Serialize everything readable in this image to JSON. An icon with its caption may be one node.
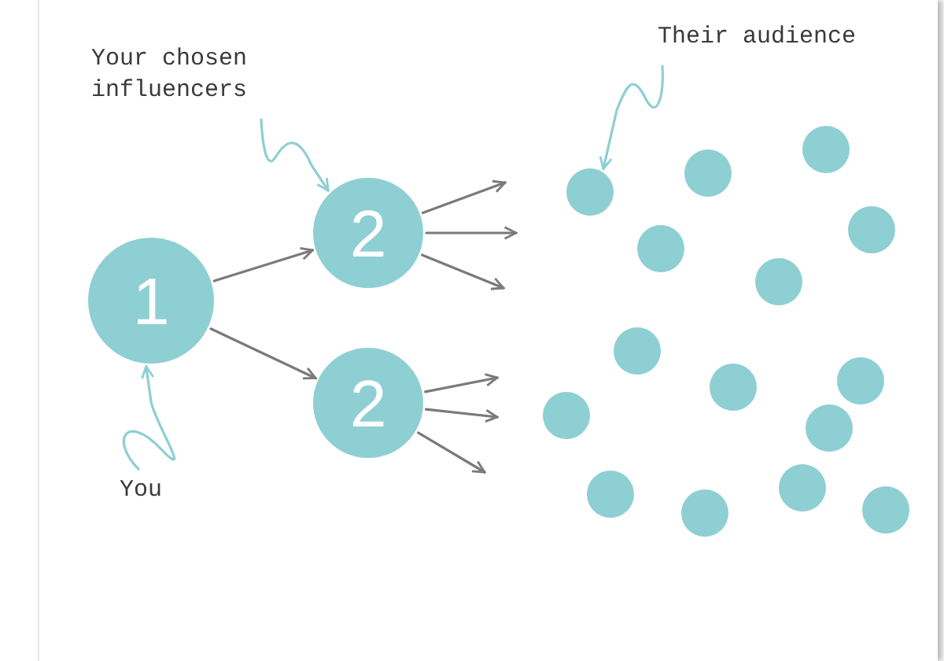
{
  "diagram": {
    "nodes": [
      {
        "text": [
          "1"
        ]
      },
      {
        "text": [
          "2"
        ]
      },
      {
        "text": [
          "2"
        ]
      },
      {
        "text": [
          "Your chosen influencers"
        ]
      },
      {
        "text": [
          "You"
        ]
      },
      {
        "text": [
          "Their audience"
        ]
      },
      {
        "text": [],
        "shape": "circle"
      },
      {
        "text": [],
        "shape": "circle"
      },
      {
        "text": [],
        "shape": "circle"
      },
      {
        "text": [],
        "shape": "circle"
      },
      {
        "text": [],
        "shape": "circle"
      },
      {
        "text": [],
        "shape": "circle"
      },
      {
        "text": [],
        "shape": "circle"
      },
      {
        "text": [],
        "shape": "circle"
      },
      {
        "text": [],
        "shape": "circle"
      },
      {
        "text": [],
        "shape": "circle"
      },
      {
        "text": [],
        "shape": "circle"
      },
      {
        "text": [],
        "shape": "circle"
      },
      {
        "text": [],
        "shape": "circle"
      },
      {
        "text": [],
        "shape": "circle"
      },
      {
        "text": [],
        "shape": "circle"
      }
    ],
    "edges": [
      {
        "from": 0,
        "to": 1,
        "arrow": "to"
      },
      {
        "from": 0,
        "to": 2,
        "arrow": "to"
      },
      {
        "from": 1,
        "to": null,
        "arrow": "to"
      },
      {
        "from": 1,
        "to": null,
        "arrow": "to"
      },
      {
        "from": 1,
        "to": null,
        "arrow": "to"
      },
      {
        "from": 2,
        "to": null,
        "arrow": "to"
      },
      {
        "from": 2,
        "to": null,
        "arrow": "to"
      },
      {
        "from": 2,
        "to": null,
        "arrow": "to"
      },
      {
        "from": 3,
        "to": 1,
        "arrow": "to",
        "color": "#8ecfd3"
      },
      {
        "from": 4,
        "to": 0,
        "arrow": "to",
        "color": "#8ecfd3"
      },
      {
        "from": 5,
        "to": 7,
        "arrow": "to",
        "color": "#8ecfd3"
      }
    ]
  }
}
